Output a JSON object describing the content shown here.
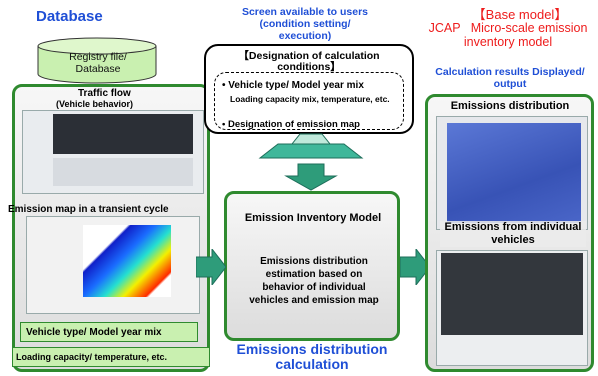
{
  "headings": {
    "database": "Database",
    "screen_users": "Screen available to users (condition setting/ execution)",
    "base_model_tag": "【Base model】",
    "base_model_name": "JCAP   Micro-scale emission inventory model",
    "calc_results": "Calculation results Displayed/ output"
  },
  "database": {
    "registry": "Registry file/ Database",
    "traffic_flow": "Traffic flow",
    "vehicle_behavior": "(Vehicle behavior)",
    "emission_map": "Emission map in a transient cycle",
    "vehicle_type_mix": "Vehicle type/ Model year mix",
    "loading_capacity": "Loading capacity/ temperature, etc."
  },
  "conditions": {
    "title": "【Designation of calculation conditions】",
    "items": [
      "Vehicle type/ Model year mix",
      "Loading capacity mix, temperature, etc.",
      "Designation of emission map"
    ]
  },
  "model": {
    "title": "Emission Inventory Model",
    "description": "Emissions distribution estimation based on behavior of individual vehicles and emission map",
    "caption": "Emissions distribution calculation"
  },
  "results": {
    "emissions_distribution": "Emissions distribution",
    "emissions_from_vehicles": "Emissions from individual vehicles"
  },
  "colors": {
    "panel_border": "#2f8a2f",
    "blue_heading": "#1f4fd6",
    "red_heading": "#ee1c1c",
    "arrow_green": "#2e9c7a"
  }
}
